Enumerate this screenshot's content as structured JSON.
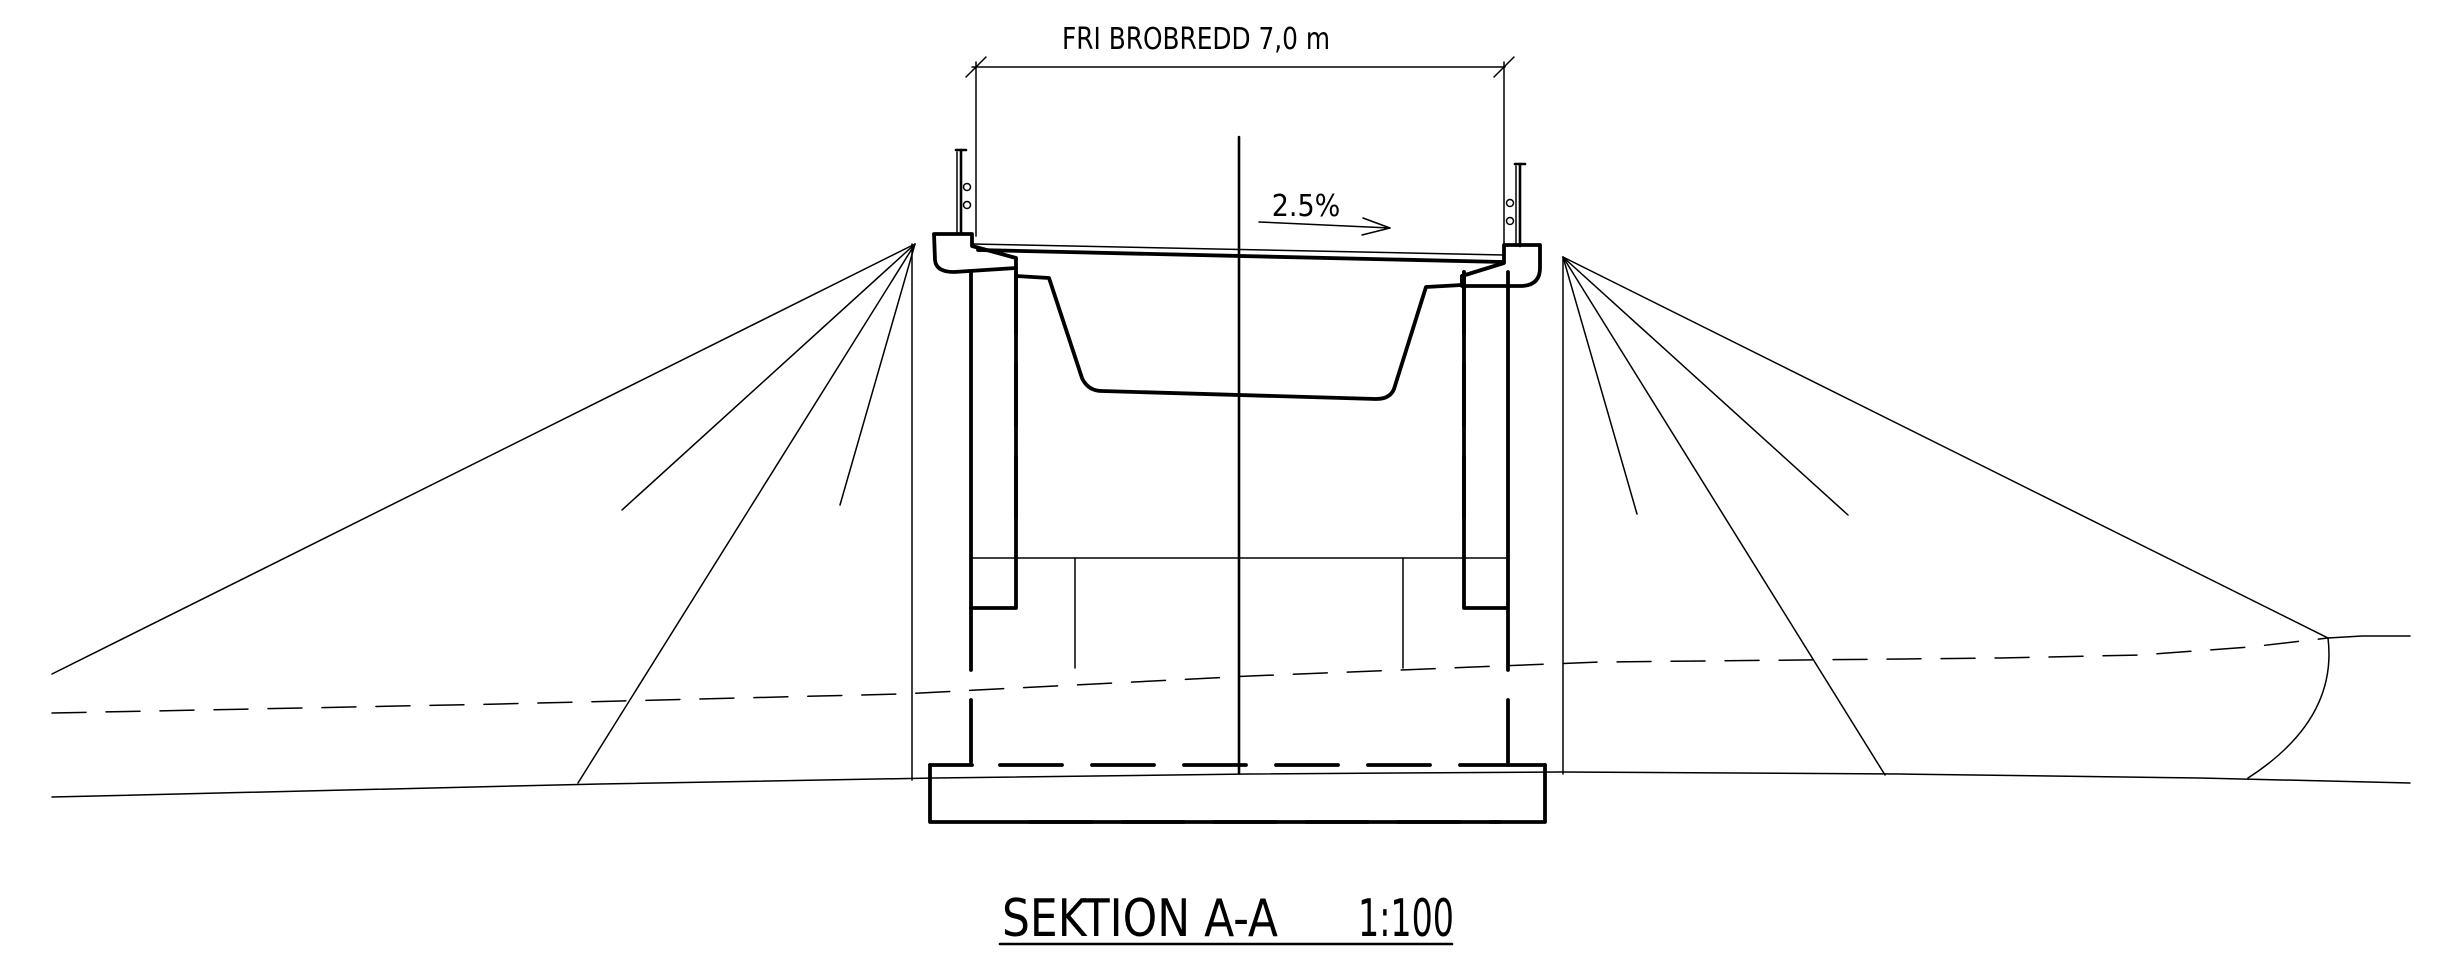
{
  "drawing": {
    "dimension_label": "FRI BROBREDD 7,0 m",
    "slope_label": "2.5%",
    "title_section": "SEKTION A-A",
    "title_scale": "1:100"
  }
}
